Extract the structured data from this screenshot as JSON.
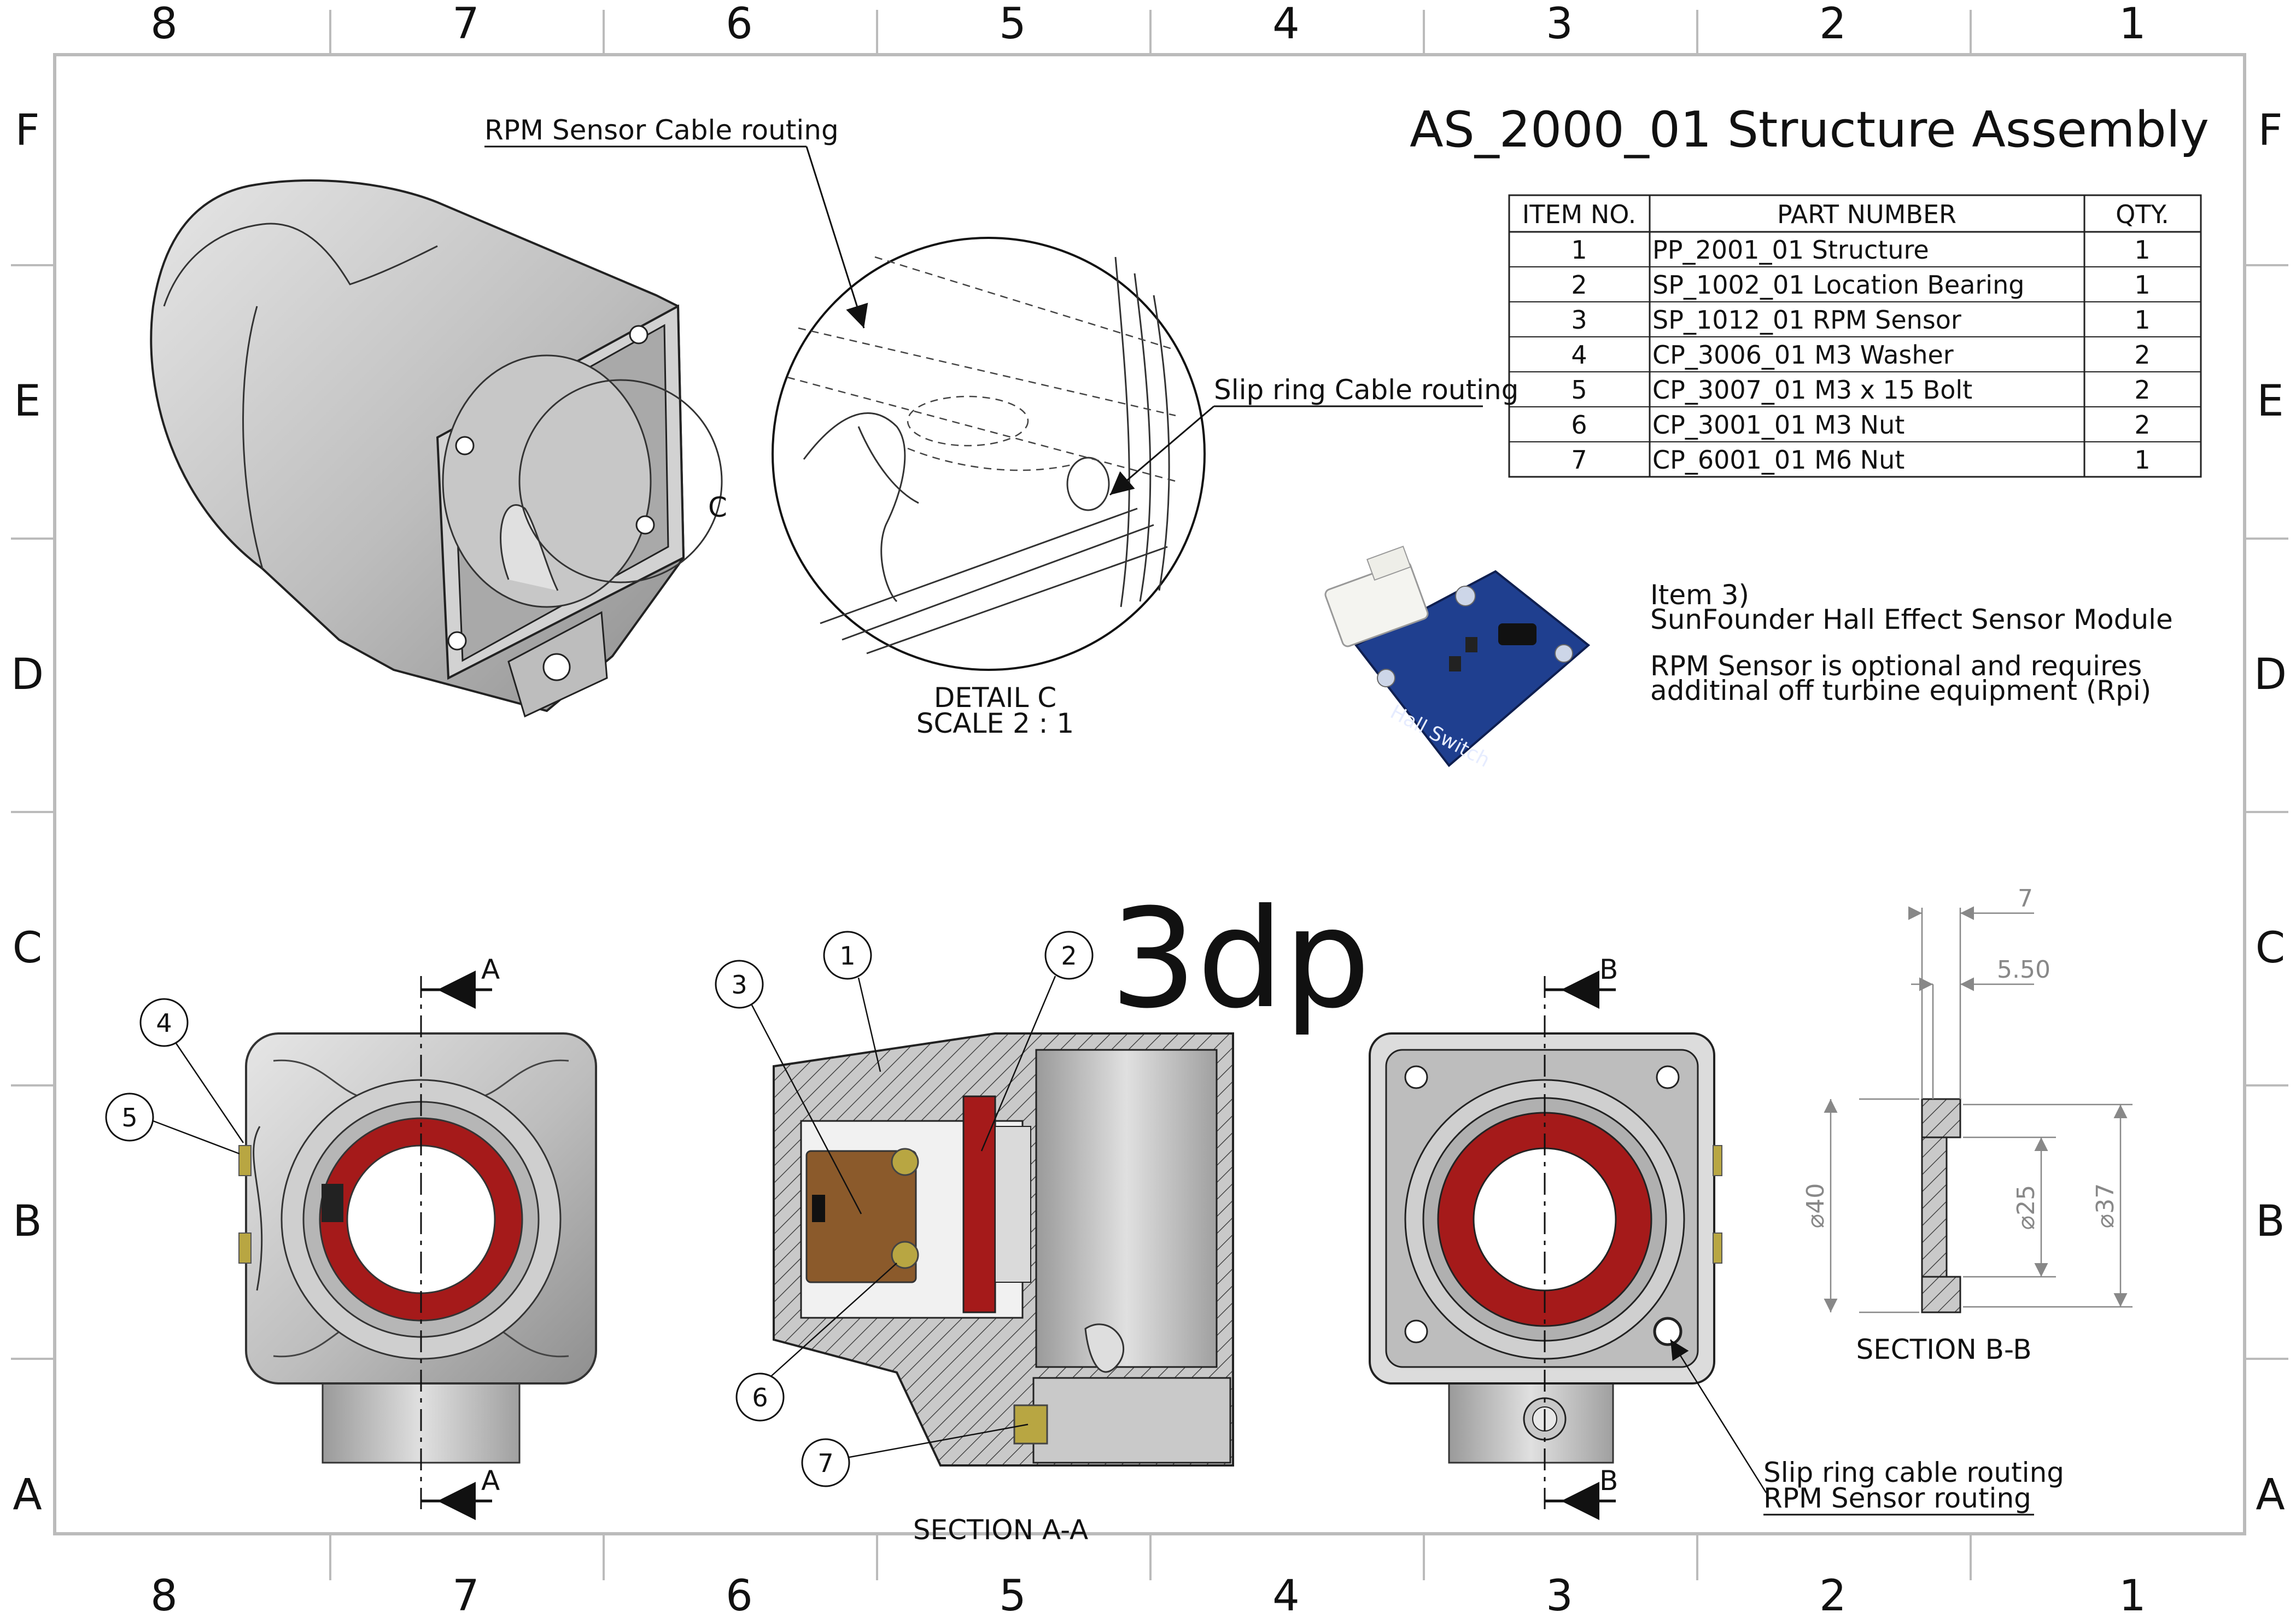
{
  "sheet": {
    "title": "AS_2000_01 Structure Assembly",
    "zones_columns": [
      "8",
      "7",
      "6",
      "5",
      "4",
      "3",
      "2",
      "1"
    ],
    "zones_rows": [
      "F",
      "E",
      "D",
      "C",
      "B",
      "A"
    ]
  },
  "bom": {
    "headers": [
      "ITEM NO.",
      "PART NUMBER",
      "QTY."
    ],
    "rows": [
      {
        "item": "1",
        "part": "PP_2001_01 Structure",
        "qty": "1"
      },
      {
        "item": "2",
        "part": "SP_1002_01 Location Bearing",
        "qty": "1"
      },
      {
        "item": "3",
        "part": "SP_1012_01 RPM Sensor",
        "qty": "1"
      },
      {
        "item": "4",
        "part": "CP_3006_01 M3 Washer",
        "qty": "2"
      },
      {
        "item": "5",
        "part": "CP_3007_01 M3 x 15 Bolt",
        "qty": "2"
      },
      {
        "item": "6",
        "part": "CP_3001_01 M3 Nut",
        "qty": "2"
      },
      {
        "item": "7",
        "part": "CP_6001_01 M6 Nut",
        "qty": "1"
      }
    ]
  },
  "annotations": {
    "rpm_cable": "RPM Sensor Cable routing",
    "slip_ring": "Slip ring Cable routing",
    "detail_marker": "C",
    "detail_title": "DETAIL C",
    "detail_scale": "SCALE 2 : 1",
    "item3_heading": "Item 3)",
    "item3_name": "SunFounder Hall Effect Sensor Module",
    "item3_note1": "RPM Sensor is optional and requires",
    "item3_note2": "additinal off turbine equipment (Rpi)",
    "module_print": "Hall Switch",
    "section_aa": "SECTION A-A",
    "section_bb": "SECTION B-B",
    "cut_a": "A",
    "cut_b": "B",
    "routing_1": "Slip ring cable routing",
    "routing_2": "RPM Sensor routing"
  },
  "balloons": [
    "1",
    "2",
    "3",
    "4",
    "5",
    "6",
    "7"
  ],
  "dimensions": {
    "d7": "7",
    "d5_50": "5.50",
    "dia40": "⌀40",
    "dia25": "⌀25",
    "dia37": "⌀37"
  },
  "logo": {
    "text": "3dp"
  },
  "colors": {
    "bearing_red": "#a51a1a",
    "sensor_brown": "#8b5a2b",
    "module_blue": "#1f3f8f",
    "part_gray": "#c4c4c4",
    "brass": "#b8a642"
  }
}
